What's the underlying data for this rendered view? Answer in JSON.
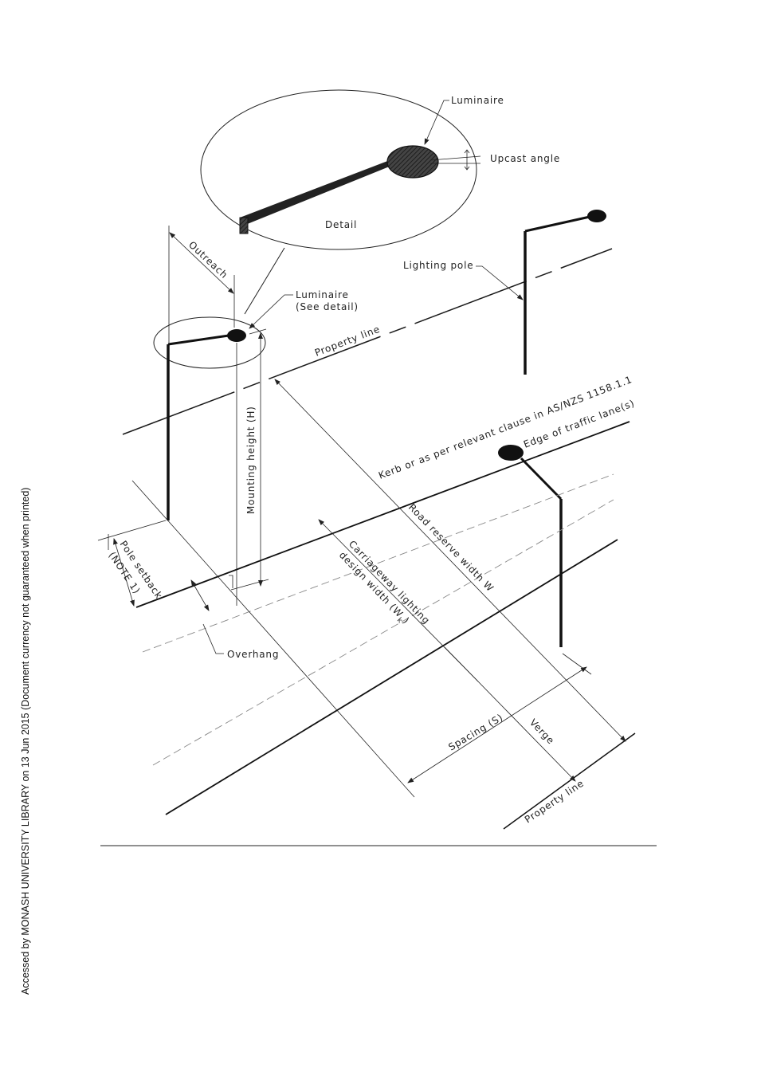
{
  "labels": {
    "luminaire_top": "Luminaire",
    "upcast_angle": "Upcast angle",
    "detail": "Detail",
    "outreach": "Outreach",
    "lighting_pole": "Lighting pole",
    "luminaire_line1": "Luminaire",
    "luminaire_line2": "(See detail)",
    "property_line_top": "Property line",
    "kerb": "Kerb or as per relevant clause in AS/NZS  1158.1.1",
    "edge_traffic": "Edge of traffic lane(s)",
    "mounting_height": "Mounting height (H)",
    "road_reserve": "Road reserve width W",
    "carriageway_1": "Carriageway lighting",
    "carriageway_2": "design width (W",
    "carriageway_sub": "k",
    "carriageway_end": ")",
    "pole_setback": "Pole setback",
    "note1": "(NOTE 1)",
    "overhang": "Overhang",
    "spacing": "Spacing (S)",
    "verge": "Verge",
    "property_line_bottom": "Property line"
  },
  "footer": {
    "side_note": "Accessed by MONASH UNIVERSITY LIBRARY on 13 Jun 2015 (Document currency not guaranteed when printed)"
  },
  "colors": {
    "line": "#1a1a1a",
    "dashed": "#888888",
    "hatch": "#333333"
  }
}
